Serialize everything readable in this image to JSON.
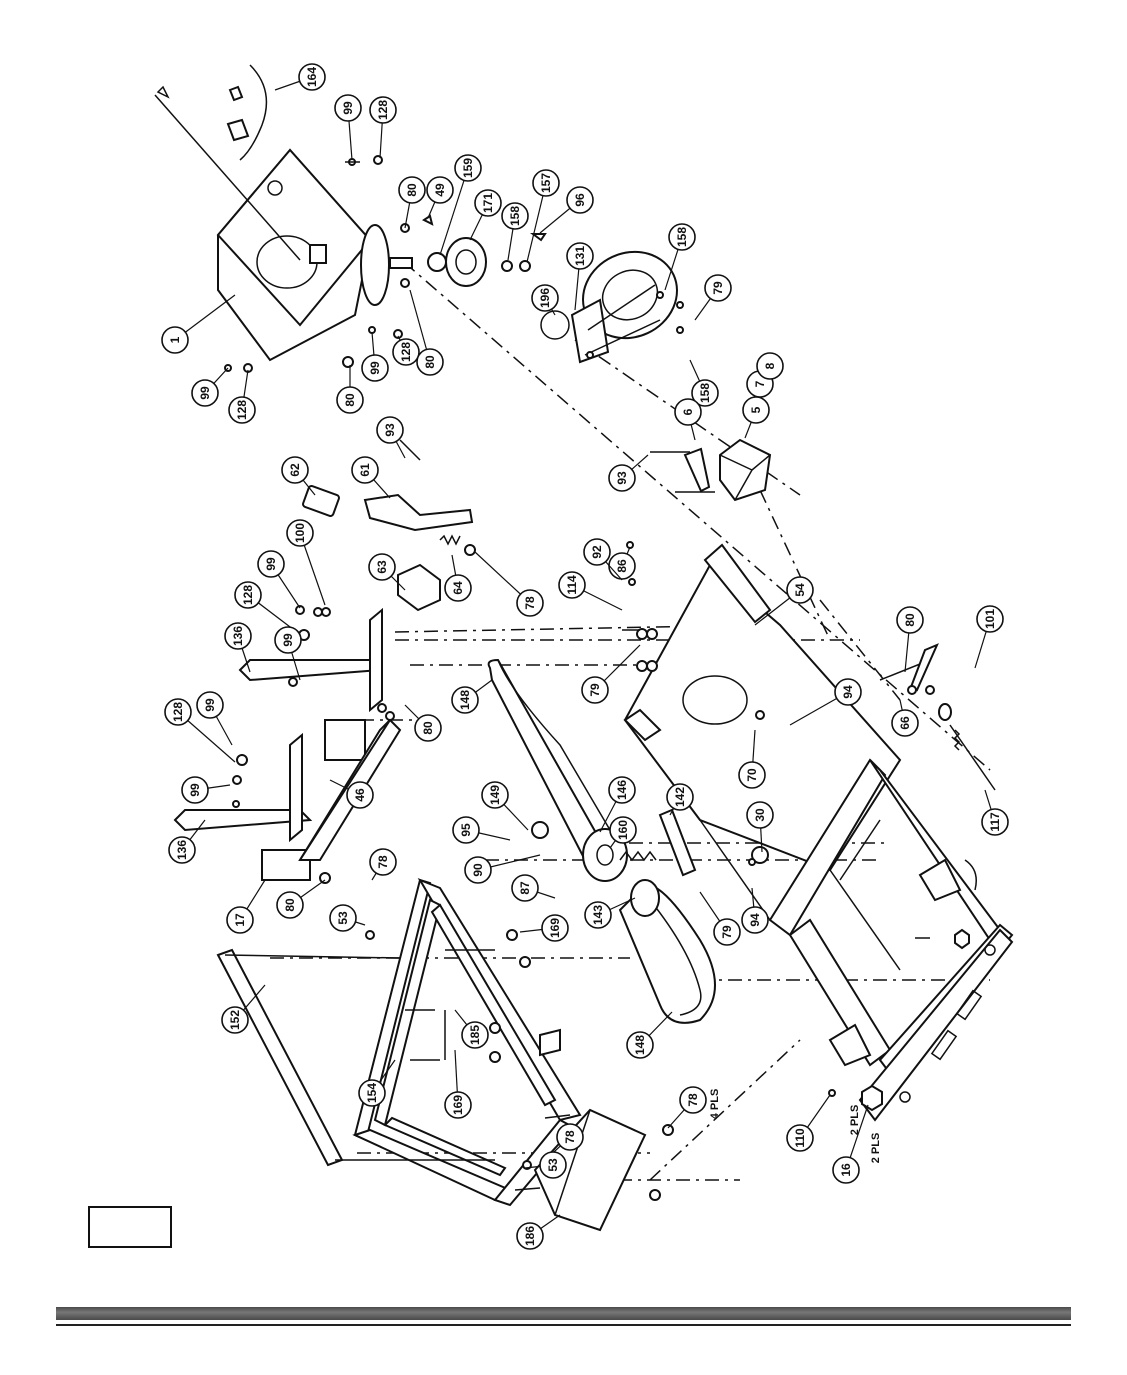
{
  "diagram": {
    "callouts": [
      {
        "id": "c1",
        "label": "1"
      },
      {
        "id": "c164",
        "label": "164"
      },
      {
        "id": "c99a",
        "label": "99"
      },
      {
        "id": "c128a",
        "label": "128"
      },
      {
        "id": "c80a",
        "label": "80"
      },
      {
        "id": "c49",
        "label": "49"
      },
      {
        "id": "c159",
        "label": "159"
      },
      {
        "id": "c171",
        "label": "171"
      },
      {
        "id": "c158a",
        "label": "158"
      },
      {
        "id": "c157",
        "label": "157"
      },
      {
        "id": "c96",
        "label": "96"
      },
      {
        "id": "c131",
        "label": "131"
      },
      {
        "id": "c196",
        "label": "196"
      },
      {
        "id": "c158b",
        "label": "158"
      },
      {
        "id": "c79a",
        "label": "79"
      },
      {
        "id": "c158c",
        "label": "158"
      },
      {
        "id": "c99b",
        "label": "99"
      },
      {
        "id": "c128b",
        "label": "128"
      },
      {
        "id": "c80b",
        "label": "80"
      },
      {
        "id": "c99c",
        "label": "99"
      },
      {
        "id": "c128c",
        "label": "128"
      },
      {
        "id": "c80c",
        "label": "80"
      },
      {
        "id": "c93a",
        "label": "93"
      },
      {
        "id": "c62",
        "label": "62"
      },
      {
        "id": "c61",
        "label": "61"
      },
      {
        "id": "c6",
        "label": "6"
      },
      {
        "id": "c5",
        "label": "5"
      },
      {
        "id": "c7",
        "label": "7"
      },
      {
        "id": "c8",
        "label": "8"
      },
      {
        "id": "c93b",
        "label": "93"
      },
      {
        "id": "c100",
        "label": "100"
      },
      {
        "id": "c99d",
        "label": "99"
      },
      {
        "id": "c128d",
        "label": "128"
      },
      {
        "id": "c63",
        "label": "63"
      },
      {
        "id": "c64",
        "label": "64"
      },
      {
        "id": "c78a",
        "label": "78"
      },
      {
        "id": "c86",
        "label": "86"
      },
      {
        "id": "c92",
        "label": "92"
      },
      {
        "id": "c114",
        "label": "114"
      },
      {
        "id": "c54",
        "label": "54"
      },
      {
        "id": "c99e",
        "label": "99"
      },
      {
        "id": "c136a",
        "label": "136"
      },
      {
        "id": "c79b",
        "label": "79"
      },
      {
        "id": "c148a",
        "label": "148"
      },
      {
        "id": "c80d",
        "label": "80"
      },
      {
        "id": "c101",
        "label": "101"
      },
      {
        "id": "c128e",
        "label": "128"
      },
      {
        "id": "c99f",
        "label": "99"
      },
      {
        "id": "c80e",
        "label": "80"
      },
      {
        "id": "c94a",
        "label": "94"
      },
      {
        "id": "c66",
        "label": "66"
      },
      {
        "id": "c99g",
        "label": "99"
      },
      {
        "id": "c46",
        "label": "46"
      },
      {
        "id": "c149",
        "label": "149"
      },
      {
        "id": "c95",
        "label": "95"
      },
      {
        "id": "c146",
        "label": "146"
      },
      {
        "id": "c160",
        "label": "160"
      },
      {
        "id": "c142",
        "label": "142"
      },
      {
        "id": "c70",
        "label": "70"
      },
      {
        "id": "c30",
        "label": "30"
      },
      {
        "id": "c117",
        "label": "117"
      },
      {
        "id": "c136b",
        "label": "136"
      },
      {
        "id": "c90",
        "label": "90"
      },
      {
        "id": "c87",
        "label": "87"
      },
      {
        "id": "c143",
        "label": "143"
      },
      {
        "id": "c79c",
        "label": "79"
      },
      {
        "id": "c94b",
        "label": "94"
      },
      {
        "id": "c17",
        "label": "17"
      },
      {
        "id": "c80f",
        "label": "80"
      },
      {
        "id": "c78b",
        "label": "78"
      },
      {
        "id": "c53a",
        "label": "53"
      },
      {
        "id": "c169a",
        "label": "169"
      },
      {
        "id": "c185",
        "label": "185"
      },
      {
        "id": "c148b",
        "label": "148"
      },
      {
        "id": "c152",
        "label": "152"
      },
      {
        "id": "c154",
        "label": "154"
      },
      {
        "id": "c169b",
        "label": "169"
      },
      {
        "id": "c78c",
        "label": "78"
      },
      {
        "id": "c53b",
        "label": "53"
      },
      {
        "id": "c78d",
        "label": "78"
      },
      {
        "id": "c110",
        "label": "110"
      },
      {
        "id": "c16",
        "label": "16"
      },
      {
        "id": "c186",
        "label": "186"
      }
    ],
    "notes": {
      "four_places_78": "4 PLS",
      "two_places_110": "2 PLS",
      "two_places_16": "2 PLS"
    }
  }
}
